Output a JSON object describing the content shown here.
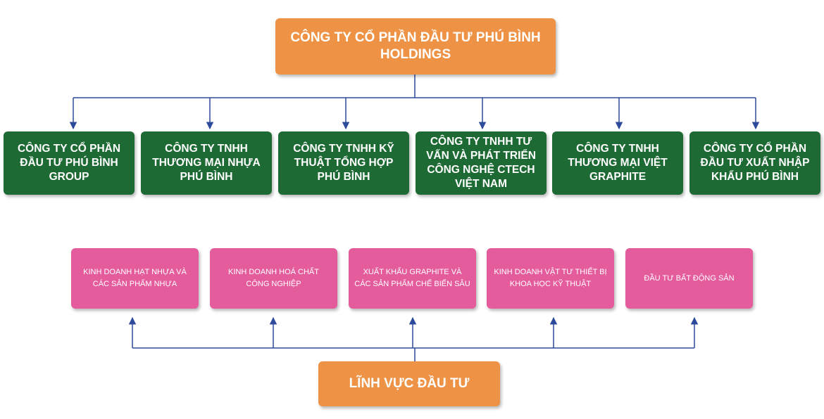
{
  "root": {
    "label": "CÔNG TY CỔ PHẦN ĐẦU TƯ PHÚ BÌNH\nHOLDINGS"
  },
  "subsidiaries": [
    {
      "label": "CÔNG TY CỔ PHẦN\nĐẦU TƯ PHÚ BÌNH\nGROUP"
    },
    {
      "label": "CÔNG TY TNHH\nTHƯƠNG MẠI NHỰA\nPHÚ BÌNH"
    },
    {
      "label": "CÔNG TY TNHH KỸ\nTHUẬT TỔNG HỢP\nPHÚ BÌNH"
    },
    {
      "label": "CÔNG TY TNHH TƯ\nVẤN VÀ PHÁT TRIỂN\nCÔNG NGHỆ CTECH\nVIỆT NAM"
    },
    {
      "label": "CÔNG TY TNHH\nTHƯƠNG MẠI VIỆT\nGRAPHITE"
    },
    {
      "label": "CÔNG TY CỔ PHẦN\nĐẦU TƯ XUẤT NHẬP\nKHẨU PHÚ BÌNH"
    }
  ],
  "fields": [
    {
      "label": "KINH DOANH HẠT NHỰA VÀ\nCÁC SẢN PHẨM NHỰA"
    },
    {
      "label": "KINH DOANH HOÁ CHẤT\nCÔNG NGHIỆP"
    },
    {
      "label": "XUẤT KHẨU GRAPHITE VÀ\nCÁC SẢN PHẨM CHẾ BIẾN SÂU"
    },
    {
      "label": "KINH DOANH VẬT TƯ THIẾT BỊ\nKHOA HỌC KỸ THUẬT"
    },
    {
      "label": "ĐẦU TƯ BẤT ĐỘNG SẢN"
    }
  ],
  "investment_fields": {
    "label": "LĨNH VỰC ĐẦU TƯ"
  },
  "colors": {
    "root": "#ee9345",
    "subsidiary": "#1e6a34",
    "field": "#e55c9d",
    "connector": "#2d4a9b"
  }
}
